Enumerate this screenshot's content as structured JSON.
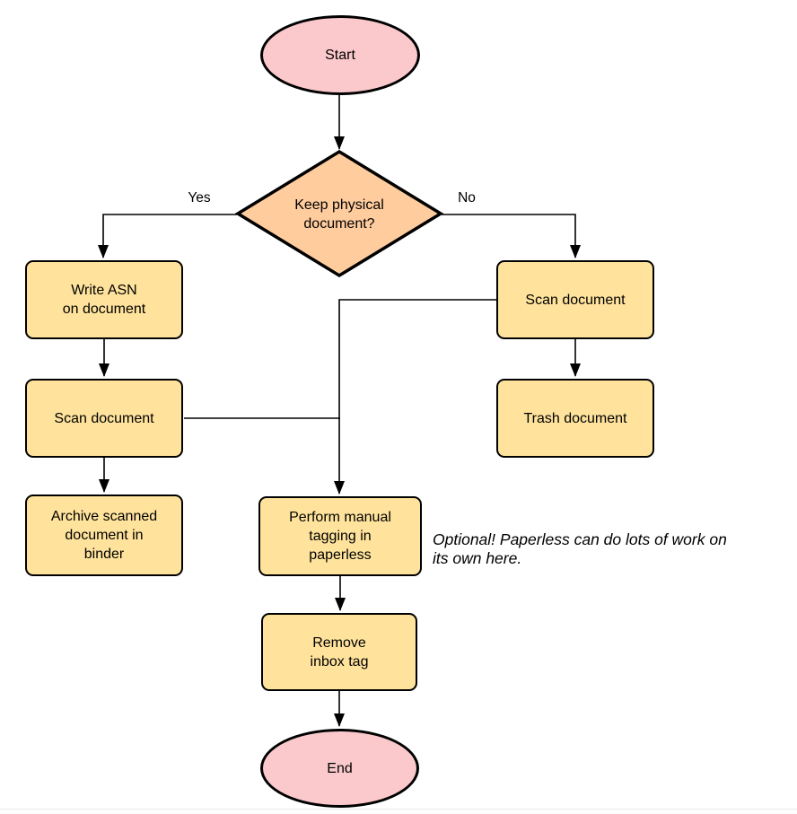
{
  "colors": {
    "terminal_fill": "#fbc9cc",
    "decision_fill": "#ffcc9e",
    "process_fill": "#ffe39c",
    "stroke": "#000000"
  },
  "nodes": {
    "start": {
      "label": "Start"
    },
    "decision": {
      "label": "Keep physical\ndocument?"
    },
    "write_asn": {
      "label": "Write ASN\non document"
    },
    "scan_left": {
      "label": "Scan document"
    },
    "archive": {
      "label": "Archive scanned\ndocument in\nbinder"
    },
    "scan_right": {
      "label": "Scan document"
    },
    "trash": {
      "label": "Trash document"
    },
    "perform_tagging": {
      "label": "Perform manual\ntagging in\npaperless"
    },
    "remove_inbox": {
      "label": "Remove\ninbox tag"
    },
    "end": {
      "label": "End"
    }
  },
  "edge_labels": {
    "yes": "Yes",
    "no": "No"
  },
  "annotations": {
    "optional_note": "Optional! Paperless can do lots of work on\nits own here."
  }
}
